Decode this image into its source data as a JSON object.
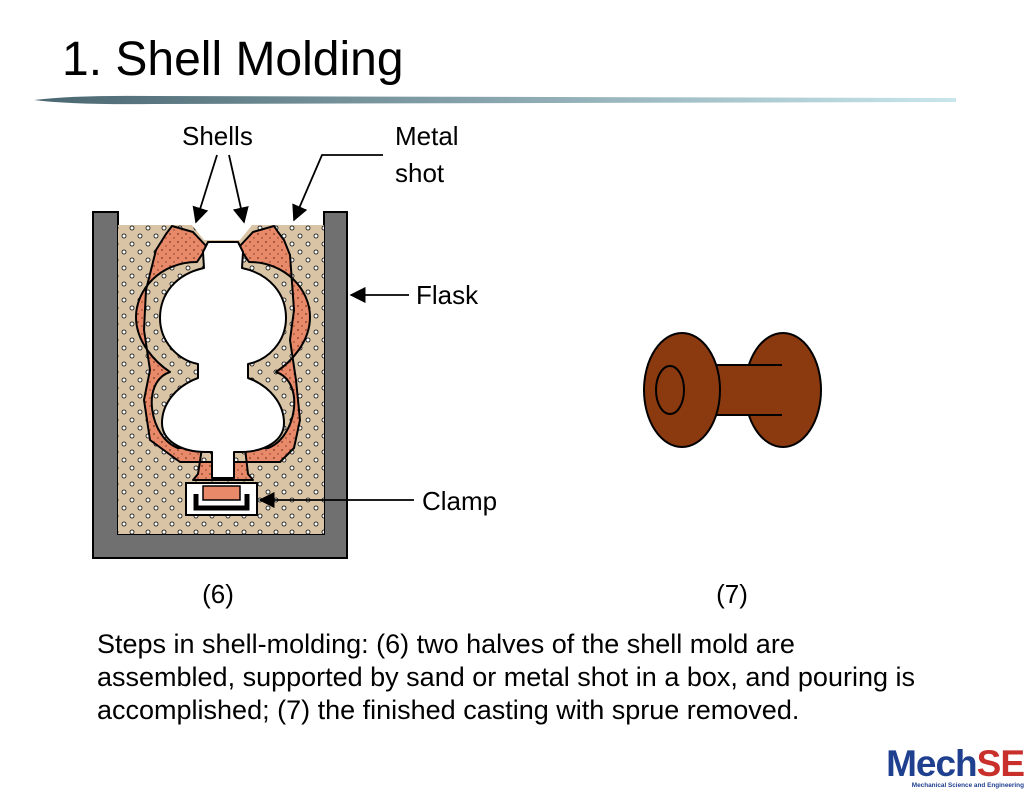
{
  "slide": {
    "title": "1. Shell Molding"
  },
  "figure": {
    "labels": {
      "shells": "Shells",
      "metal": "Metal",
      "shot": "shot",
      "flask": "Flask",
      "clamp": "Clamp"
    },
    "step_6": "(6)",
    "step_7": "(7)",
    "colors": {
      "flask": "#707070",
      "sand": "#d9c4a6",
      "shell": "#e8896a",
      "casting": "#8b3a10",
      "cavity": "#ffffff"
    }
  },
  "caption": "Steps in shell-molding: (6) two halves of the shell mold are assembled, supported by sand or metal shot in a box, and pouring is accomplished; (7) the finished casting with sprue removed.",
  "logo": {
    "mech": "Mech",
    "se": "SE",
    "subtitle": "Mechanical Science and Engineering"
  },
  "theme": {
    "rule_start": "#4a6670",
    "rule_end": "#c8e6ec"
  }
}
